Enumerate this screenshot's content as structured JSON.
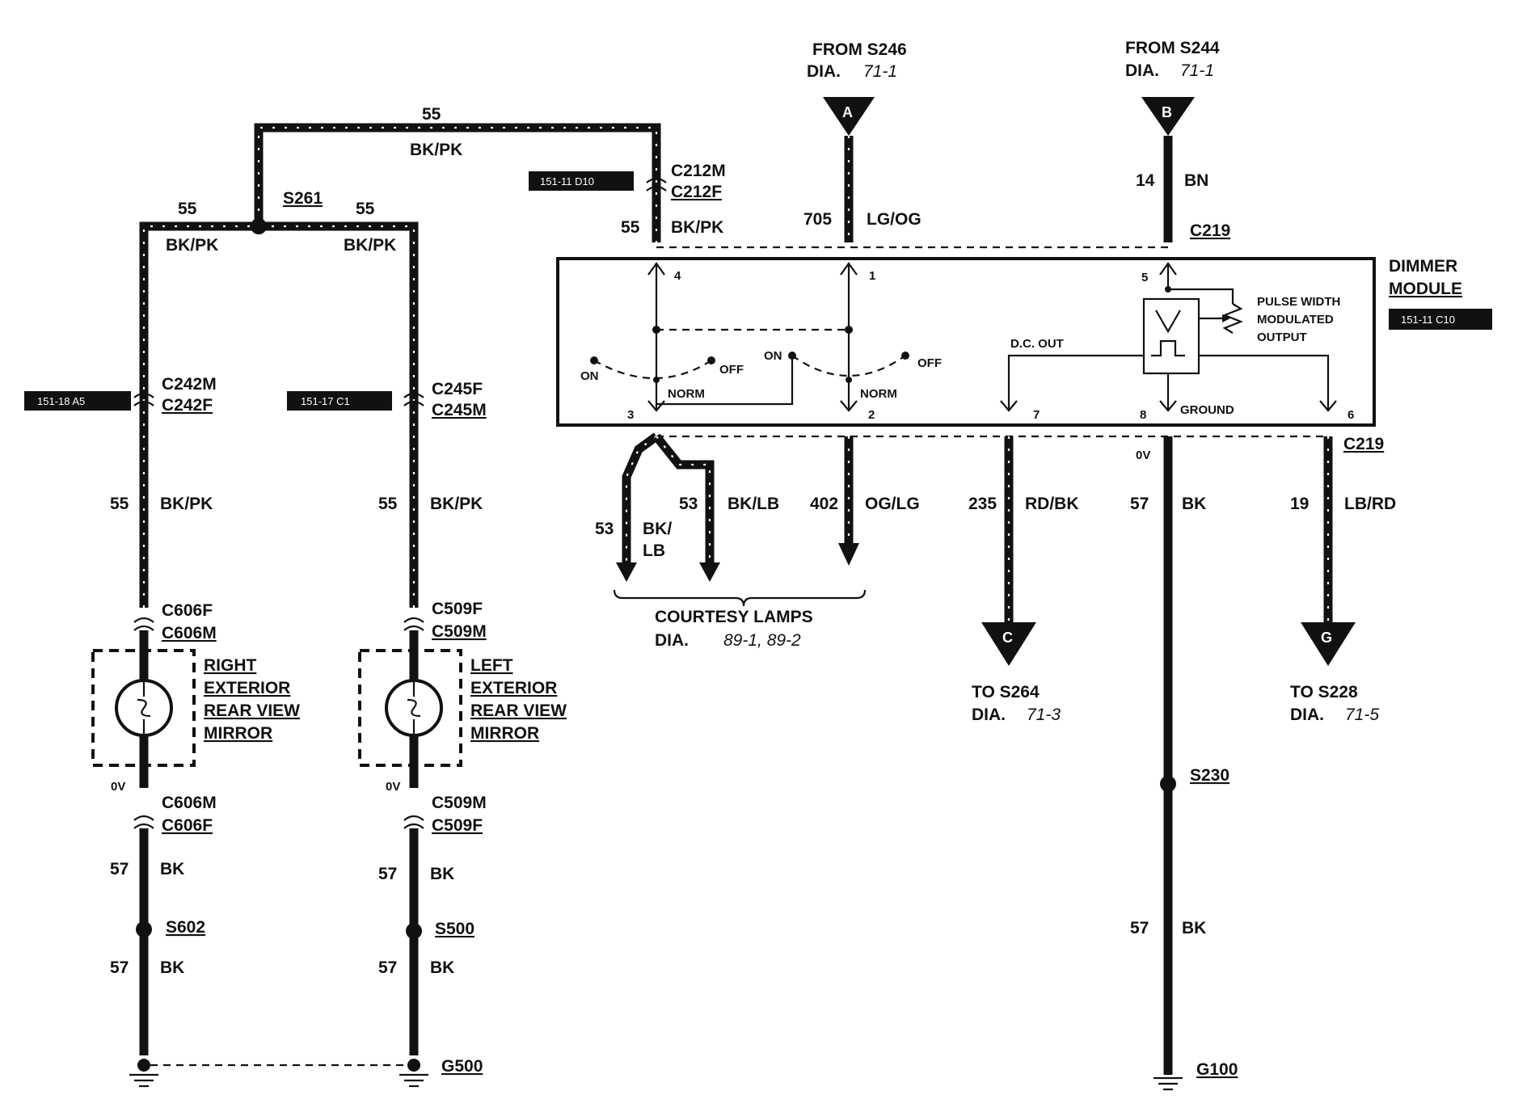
{
  "sources": {
    "a": {
      "from": "FROM S246",
      "dia": "DIA.",
      "ref": "71-1",
      "letter": "A",
      "circuit": "705",
      "color": "LG/OG"
    },
    "b": {
      "from": "FROM S244",
      "dia": "DIA.",
      "ref": "71-1",
      "letter": "B",
      "circuit": "14",
      "color": "BN"
    }
  },
  "top_harness": {
    "circuit": "55",
    "color": "BK/PK",
    "splice": "S261",
    "left_circuit": "55",
    "left_color": "BK/PK",
    "right_circuit": "55",
    "right_color": "BK/PK"
  },
  "c212": {
    "ref_tag": "151-11 D10",
    "male": "C212M",
    "female": "C212F",
    "circuit": "55",
    "color": "BK/PK"
  },
  "module": {
    "title_line1": "DIMMER",
    "title_line2": "MODULE",
    "ref_tag": "151-11 C10",
    "connector_top": "C219",
    "connector_bottom": "C219",
    "pins": {
      "p4": "4",
      "p1": "1",
      "p5": "5",
      "p3": "3",
      "p2": "2",
      "p7": "7",
      "p8": "8",
      "p6": "6"
    },
    "switch1": {
      "on": "ON",
      "off": "OFF",
      "norm": "NORM"
    },
    "switch2": {
      "on": "ON",
      "off": "OFF",
      "norm": "NORM"
    },
    "dc_out": "D.C. OUT",
    "pwm_line1": "PULSE WIDTH",
    "pwm_line2": "MODULATED",
    "pwm_line3": "OUTPUT",
    "ground": "GROUND",
    "zero_volt": "0V"
  },
  "right_mirror": {
    "ref_tag": "151-18 A5",
    "conn_upper_m": "C242M",
    "conn_upper_f": "C242F",
    "circuit": "55",
    "color": "BK/PK",
    "conn_mid_f": "C606F",
    "conn_mid_m": "C606M",
    "name_lines": [
      "RIGHT",
      "EXTERIOR",
      "REAR VIEW",
      "MIRROR"
    ],
    "zero_volt": "0V",
    "conn_low_m": "C606M",
    "conn_low_f": "C606F",
    "gnd_circuit_1": "57",
    "gnd_color_1": "BK",
    "splice": "S602",
    "gnd_circuit_2": "57",
    "gnd_color_2": "BK"
  },
  "left_mirror": {
    "ref_tag": "151-17 C1",
    "conn_upper_f": "C245F",
    "conn_upper_m": "C245M",
    "circuit": "55",
    "color": "BK/PK",
    "conn_mid_f": "C509F",
    "conn_mid_m": "C509M",
    "name_lines": [
      "LEFT",
      "EXTERIOR",
      "REAR VIEW",
      "MIRROR"
    ],
    "zero_volt": "0V",
    "conn_low_m": "C509M",
    "conn_low_f": "C509F",
    "gnd_circuit_1": "57",
    "gnd_color_1": "BK",
    "splice": "S500",
    "gnd_circuit_2": "57",
    "gnd_color_2": "BK",
    "ground": "G500"
  },
  "courtesy": {
    "w1_circuit": "53",
    "w1_color_l1": "BK/",
    "w1_color_l2": "LB",
    "w2_circuit": "53",
    "w2_color": "BK/LB",
    "w3_circuit": "402",
    "w3_color": "OG/LG",
    "label": "COURTESY LAMPS",
    "dia": "DIA.",
    "ref": "89-1, 89-2"
  },
  "out_c": {
    "circuit": "235",
    "color": "RD/BK",
    "letter": "C",
    "to": "TO S264",
    "dia": "DIA.",
    "ref": "71-3"
  },
  "ground_main": {
    "circuit": "57",
    "color": "BK",
    "splice": "S230",
    "circuit2": "57",
    "color2": "BK",
    "ground": "G100"
  },
  "out_g": {
    "circuit": "19",
    "color": "LB/RD",
    "letter": "G",
    "to": "TO S228",
    "dia": "DIA.",
    "ref": "71-5"
  }
}
